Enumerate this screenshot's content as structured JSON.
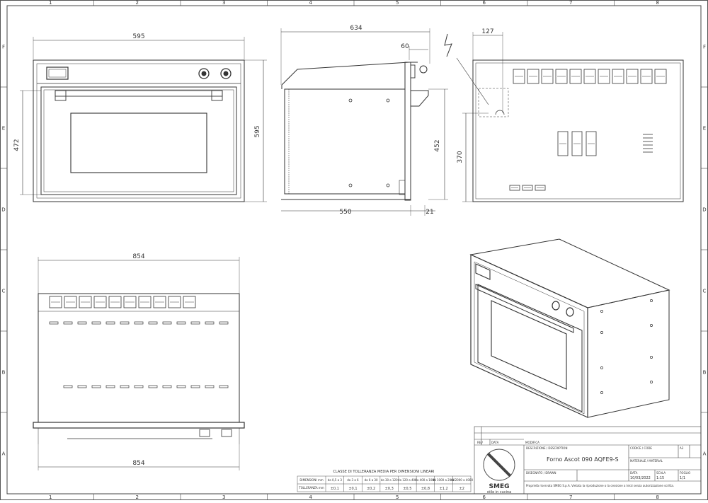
{
  "grid": {
    "columns": [
      "1",
      "2",
      "3",
      "4",
      "5",
      "6",
      "7",
      "8"
    ],
    "rows": [
      "F",
      "E",
      "D",
      "C",
      "B",
      "A"
    ]
  },
  "front_view": {
    "width_dim": "595",
    "height_dim": "595",
    "inner_height_dim": "472"
  },
  "side_view": {
    "depth_dim": "634",
    "top_offset_dim": "60",
    "body_depth_dim": "550",
    "front_thickness_dim": "21",
    "height_dim": "452"
  },
  "rear_view": {
    "offset_dim": "127",
    "height_dim": "370"
  },
  "top_view": {
    "width_dim": "854",
    "top_width_dim": "854"
  },
  "tolerance_table": {
    "caption": "CLASSE DI TOLLERANZA MEDIA PER DIMENSIONI LINEARI",
    "row1_label": "DIMENSIONI mm",
    "row2_label": "TOLLERANZA mm",
    "ranges": [
      "da 0,5 a 3",
      "da 3 a 6",
      "da 6 a 30",
      "da 30 a 120",
      "da 120 a 400",
      "da 400 a 1000",
      "da 1000 a 2000",
      "da 2000 a 4000"
    ],
    "values": [
      "±0,1",
      "±0,1",
      "±0,2",
      "±0,3",
      "±0,5",
      "±0,8",
      "±1,2",
      "±2"
    ]
  },
  "title_block": {
    "rev_label_1": "REV",
    "rev_label_2": "DATA",
    "rev_label_3": "MODIFICA",
    "desc_label": "DESCRIZIONE / DESCRIPTION",
    "description": "Forno Ascot 090 AQFE9-S",
    "code_label": "CODICE / CODE",
    "material_label": "MATERIALE / MATERIAL",
    "drawn_label": "DISEGNATO / DRAWN",
    "scale_label": "SCALA",
    "scale_value": "1:15",
    "date_label": "DATA",
    "date_value": "10/03/2022",
    "sheet_label": "FOGLIO",
    "sheet_value": "1/1",
    "format_value": "A3",
    "brand": "SMEG",
    "slogan": "stile in cucina",
    "disclaimer": "Proprietà riservata SMEG S.p.A. Vietata la riproduzione o la cessione a terzi senza autorizzazione scritta."
  }
}
